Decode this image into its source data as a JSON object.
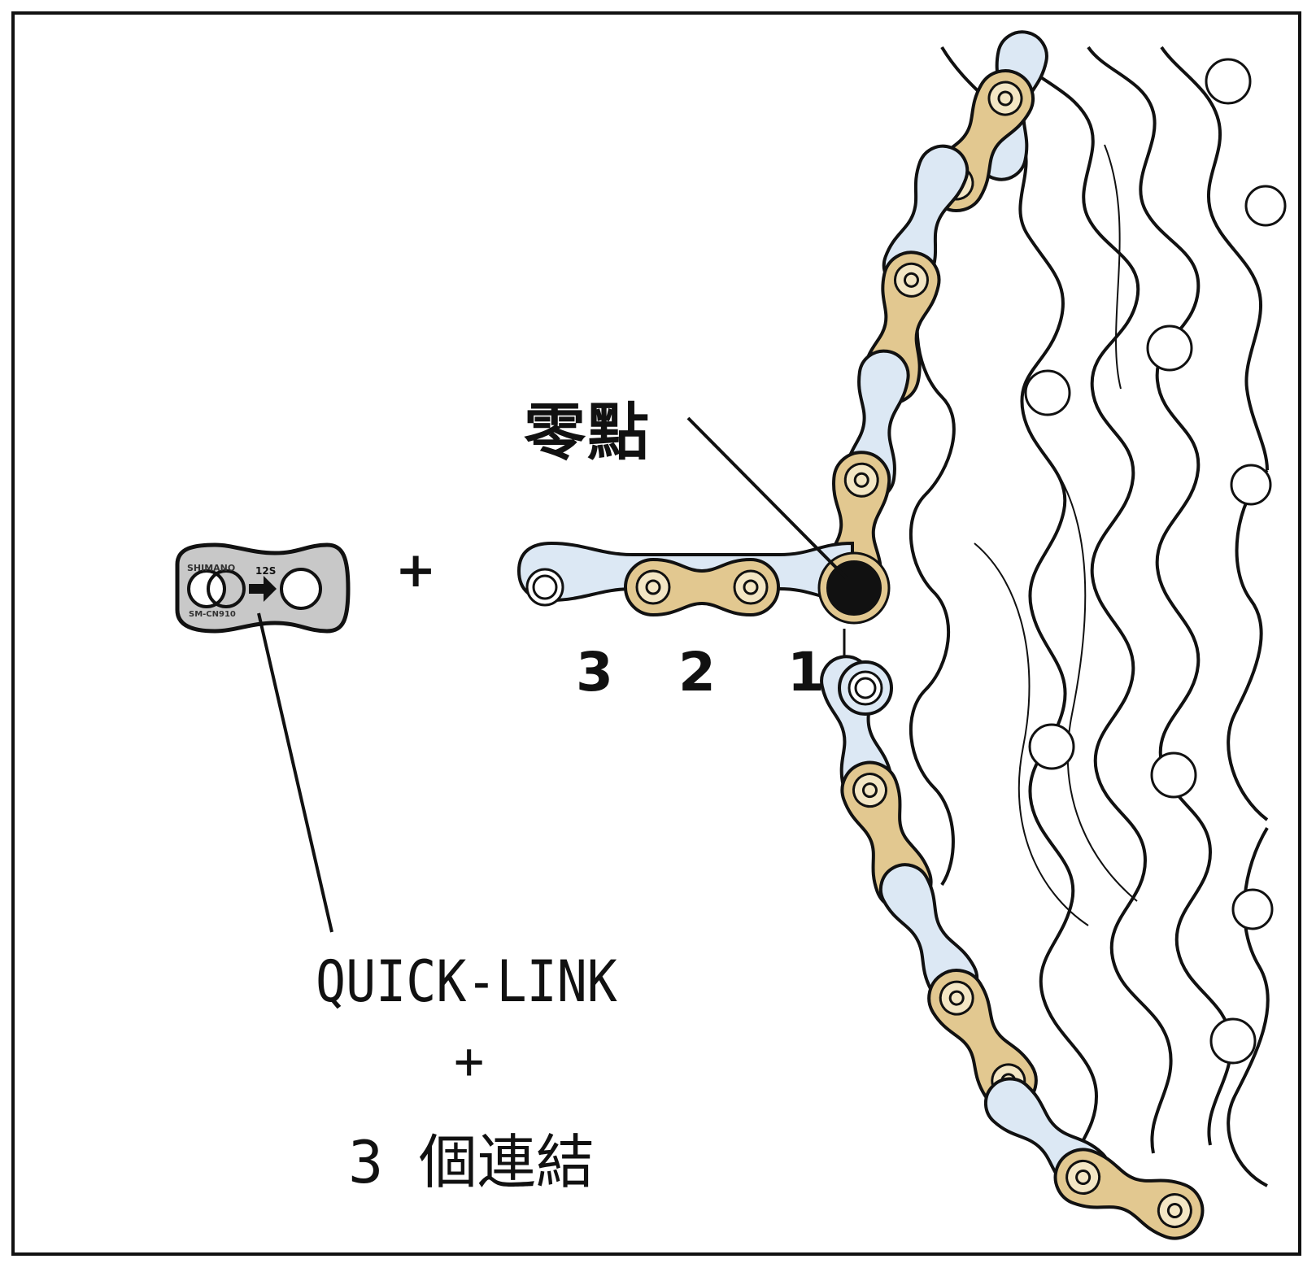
{
  "labels": {
    "zero_point": "零點",
    "plus_middle": "+",
    "link_numbers": [
      "3",
      "2",
      "1"
    ],
    "quick_link": "QUICK-LINK",
    "plus_bottom": "+",
    "three_links": "3 個連結"
  },
  "quick_link_part": {
    "brand": "SHIMANO",
    "speed": "12S",
    "model": "SM-CN910"
  },
  "colors": {
    "gold_plate": "#e2c890",
    "silver_plate": "#dce8f4",
    "quicklink_fill": "#c8c8c8",
    "line": "#111111",
    "roller_fill": "#111111"
  }
}
